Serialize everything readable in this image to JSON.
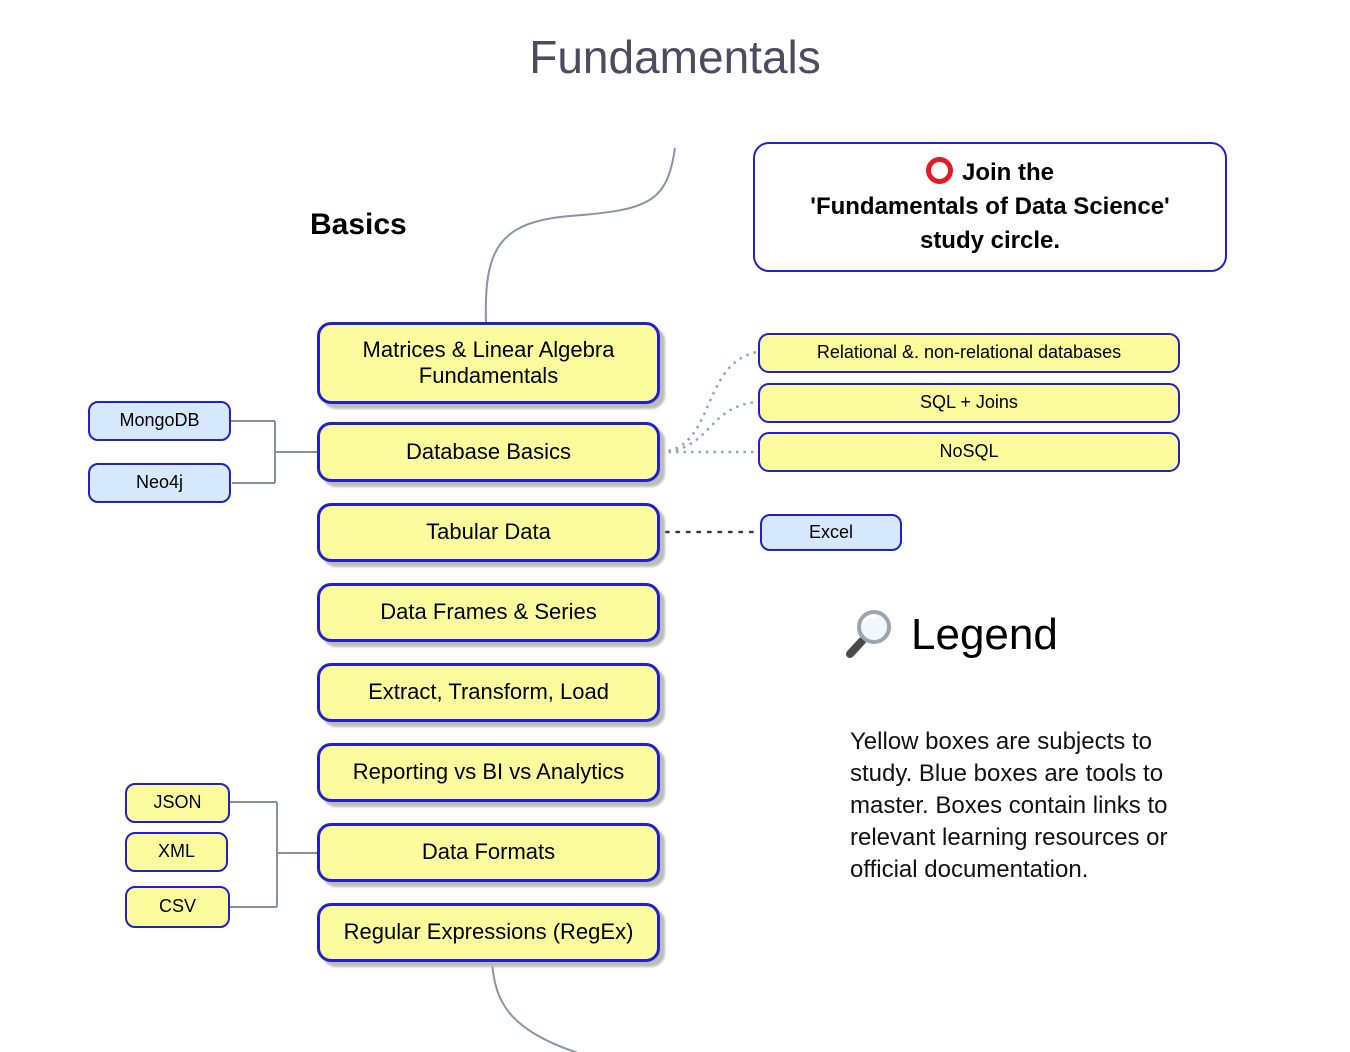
{
  "title": "Fundamentals",
  "section_label": "Basics",
  "join_box": {
    "line1": "Join the",
    "line2": "'Fundamentals of Data Science'",
    "line3": "study circle."
  },
  "main_topics": [
    "Matrices & Linear Algebra Fundamentals",
    "Database Basics",
    "Tabular Data",
    "Data Frames & Series",
    "Extract, Transform, Load",
    "Reporting vs BI vs Analytics",
    "Data Formats",
    "Regular Expressions (RegEx)"
  ],
  "database_subtopics": [
    "Relational &. non-relational databases",
    "SQL + Joins",
    "NoSQL"
  ],
  "database_tools": [
    "MongoDB",
    "Neo4j"
  ],
  "tabular_tool": "Excel",
  "format_topics": [
    "JSON",
    "XML",
    "CSV"
  ],
  "legend": {
    "title": "Legend",
    "body": "Yellow boxes are subjects to\nstudy. Blue boxes are tools to\nmaster. Boxes contain links to\nrelevant learning resources or\nofficial documentation."
  },
  "icons": {
    "legend_icon": "magnifying-glass-icon",
    "join_icon": "red-circle-icon"
  },
  "colors": {
    "subject_fill": "#FBFB9E",
    "tool_fill": "#D6E8FB",
    "box_border": "#2121CC",
    "join_border": "#2222CC",
    "title_text": "#4B4B61",
    "connector_gray": "#8A919C",
    "dotted_blue": "#94A3C2",
    "dotted_dark": "#3A3A3A",
    "red_ring": "#E21B24",
    "shadow": "#BCBCBC"
  }
}
